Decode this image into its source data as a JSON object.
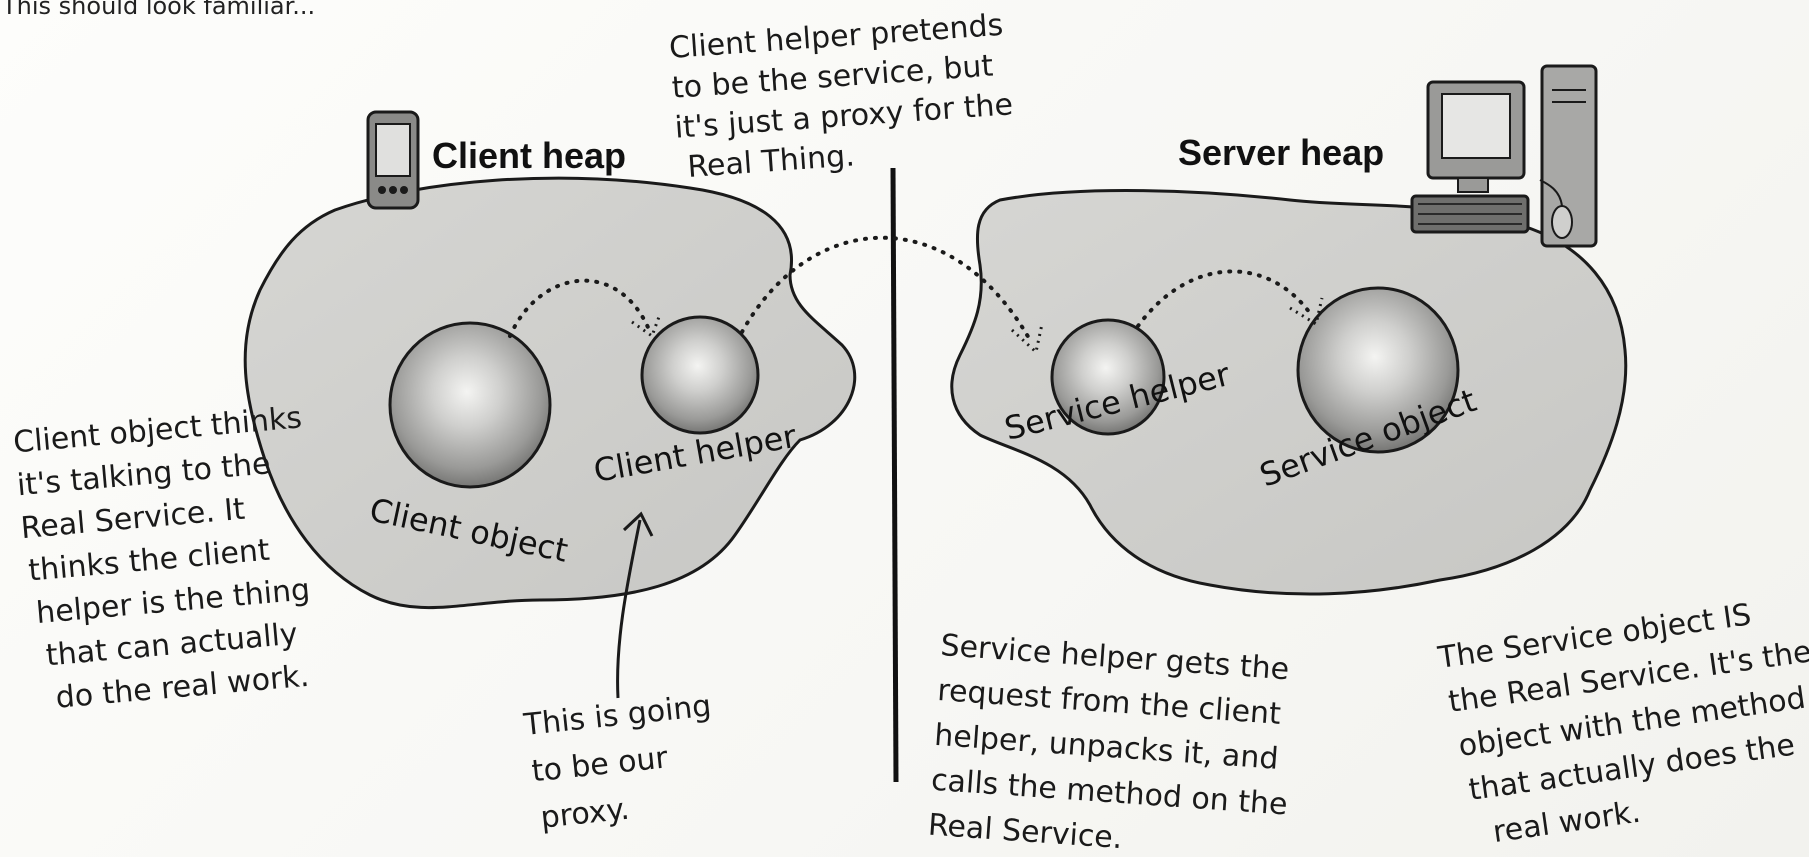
{
  "top_fragment": "This should look familiar...",
  "heaps": {
    "client": {
      "title": "Client heap"
    },
    "server": {
      "title": "Server heap"
    }
  },
  "objects": {
    "client_object": "Client object",
    "client_helper": "Client helper",
    "service_helper": "Service helper",
    "service_object": "Service object"
  },
  "notes": {
    "client_helper_pretends": [
      "Client helper pretends",
      "to be the service, but",
      "it's just a proxy for the",
      "Real Thing."
    ],
    "client_object_thinks": [
      "Client object thinks",
      "it's talking to the",
      "Real Service. It",
      "thinks the client",
      "helper is the thing",
      "that can actually",
      "do the real work."
    ],
    "proxy": [
      "This is going",
      "to be our",
      "proxy."
    ],
    "service_helper_gets": [
      "Service helper gets the",
      "request from the client",
      "helper, unpacks it, and",
      "calls the method on the",
      "Real Service."
    ],
    "service_object_is": [
      "The Service object IS",
      "the Real Service. It's the",
      "object with the method",
      "that actually does the",
      "real work."
    ]
  },
  "colors": {
    "heap_fill": "#d0d0ce",
    "heap_stroke": "#1a1a1a",
    "sphere_light": "#f2f2f0",
    "sphere_dark": "#6e6e6e",
    "ink": "#1a1a1a"
  }
}
